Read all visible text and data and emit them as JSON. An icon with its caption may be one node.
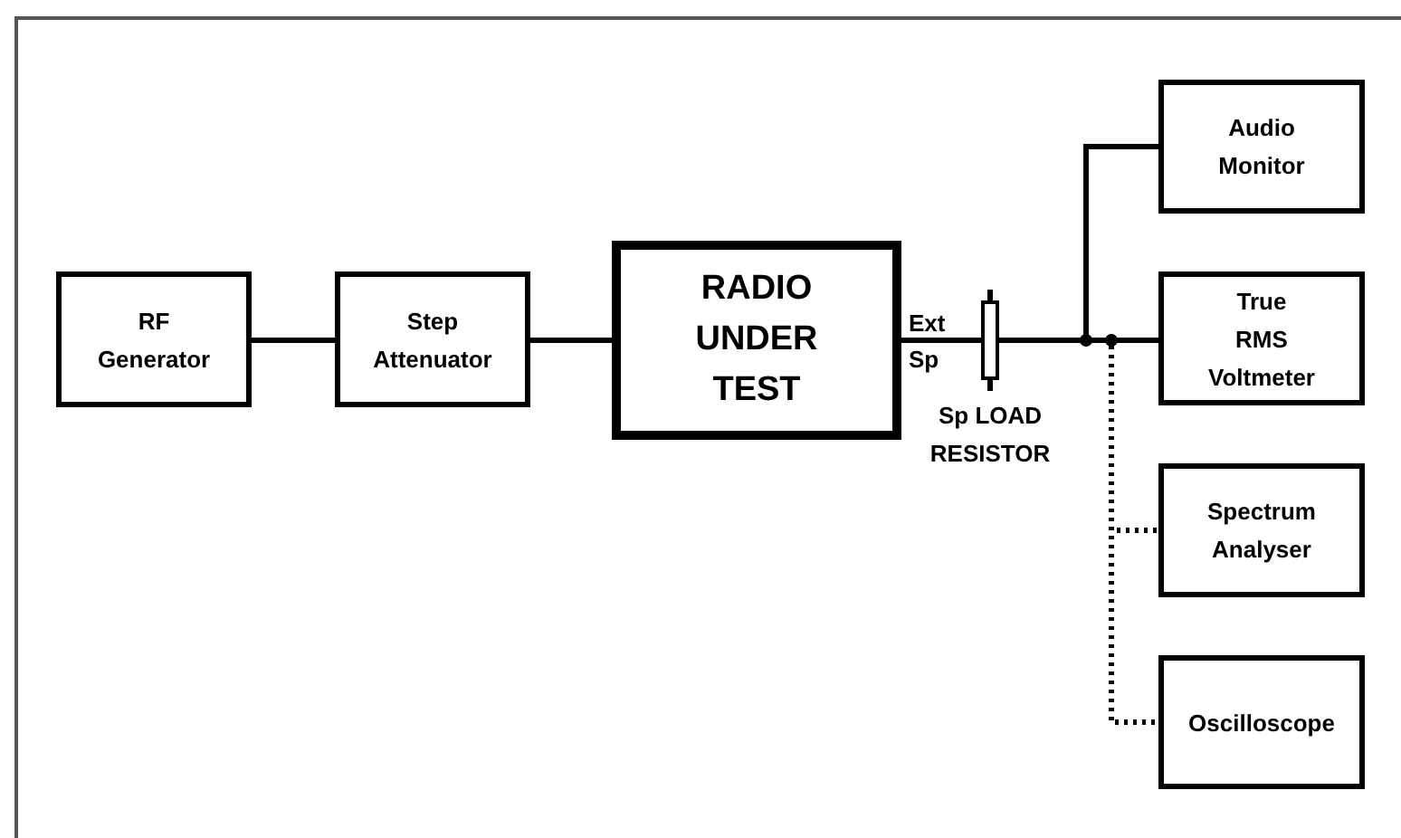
{
  "diagram": {
    "nodes": [
      {
        "text": [
          "RF Generator"
        ]
      },
      {
        "text": [
          "Step Attenuator"
        ]
      },
      {
        "text": [
          "RADIO UNDER TEST"
        ]
      },
      {
        "text": [],
        "shape": "resistor",
        "beside": [
          "Sp LOAD RESISTOR"
        ]
      },
      {
        "text": [
          "Audio Monitor"
        ]
      },
      {
        "text": [
          "True RMS Voltmeter"
        ]
      },
      {
        "text": [
          "Spectrum Analyser"
        ]
      },
      {
        "text": [
          "Oscilloscope"
        ]
      }
    ],
    "edges": [
      {
        "from": 0,
        "to": 1,
        "arrow": "none"
      },
      {
        "from": 1,
        "to": 2,
        "arrow": "none"
      },
      {
        "from": 2,
        "to": 3,
        "arrow": "none"
      },
      {
        "from": 3,
        "to": 4,
        "arrow": "none"
      },
      {
        "from": 3,
        "to": 5,
        "arrow": "none"
      },
      {
        "from": 3,
        "to": 6,
        "arrow": "none",
        "style": "dashed"
      },
      {
        "from": 3,
        "to": 7,
        "arrow": "none",
        "style": "dashed"
      }
    ],
    "labels": [
      "Ext",
      "Sp"
    ]
  }
}
